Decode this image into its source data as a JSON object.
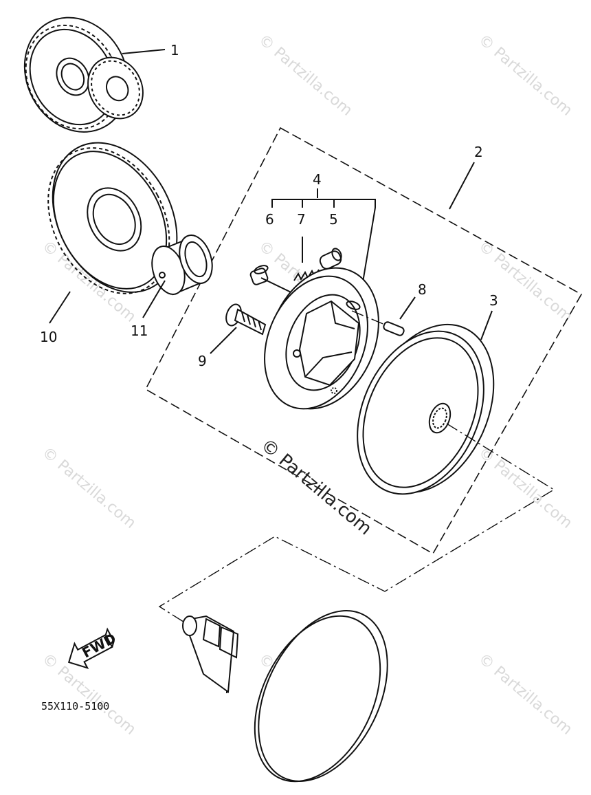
{
  "diagram": {
    "callouts": [
      {
        "id": "1",
        "text": "1"
      },
      {
        "id": "2",
        "text": "2"
      },
      {
        "id": "3",
        "text": "3"
      },
      {
        "id": "4",
        "text": "4"
      },
      {
        "id": "5",
        "text": "5"
      },
      {
        "id": "6",
        "text": "6"
      },
      {
        "id": "7",
        "text": "7"
      },
      {
        "id": "8",
        "text": "8"
      },
      {
        "id": "9",
        "text": "9"
      },
      {
        "id": "10",
        "text": "10"
      },
      {
        "id": "11",
        "text": "11"
      }
    ],
    "fwd_label": "FWD",
    "part_code": "55X110-5100",
    "watermark": "© Partzilla.com"
  }
}
